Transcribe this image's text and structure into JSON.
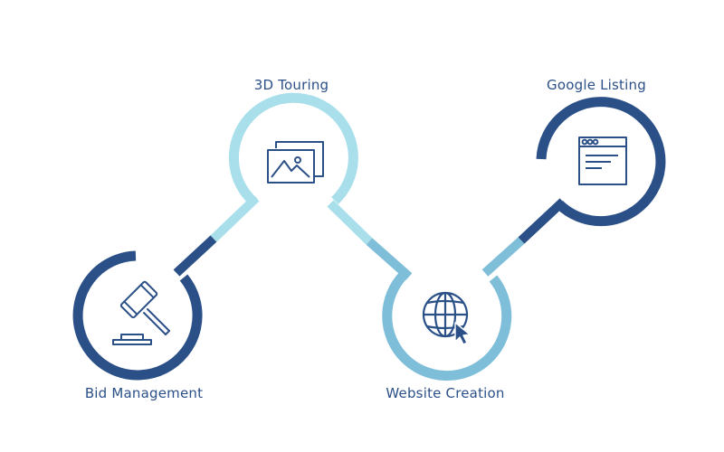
{
  "colors": {
    "dark_blue": "#2b5088",
    "mid_blue": "#7ebed9",
    "light_blue": "#a8dfeb",
    "text": "#2b5088",
    "background": "#ffffff"
  },
  "steps": [
    {
      "label": "Bid Management",
      "icon": "gavel-icon",
      "ring_color": "dark_blue"
    },
    {
      "label": "3D Touring",
      "icon": "image-gallery-icon",
      "ring_color": "light_blue"
    },
    {
      "label": "Website Creation",
      "icon": "globe-cursor-icon",
      "ring_color": "mid_blue"
    },
    {
      "label": "Google Listing",
      "icon": "browser-window-icon",
      "ring_color": "dark_blue"
    }
  ]
}
